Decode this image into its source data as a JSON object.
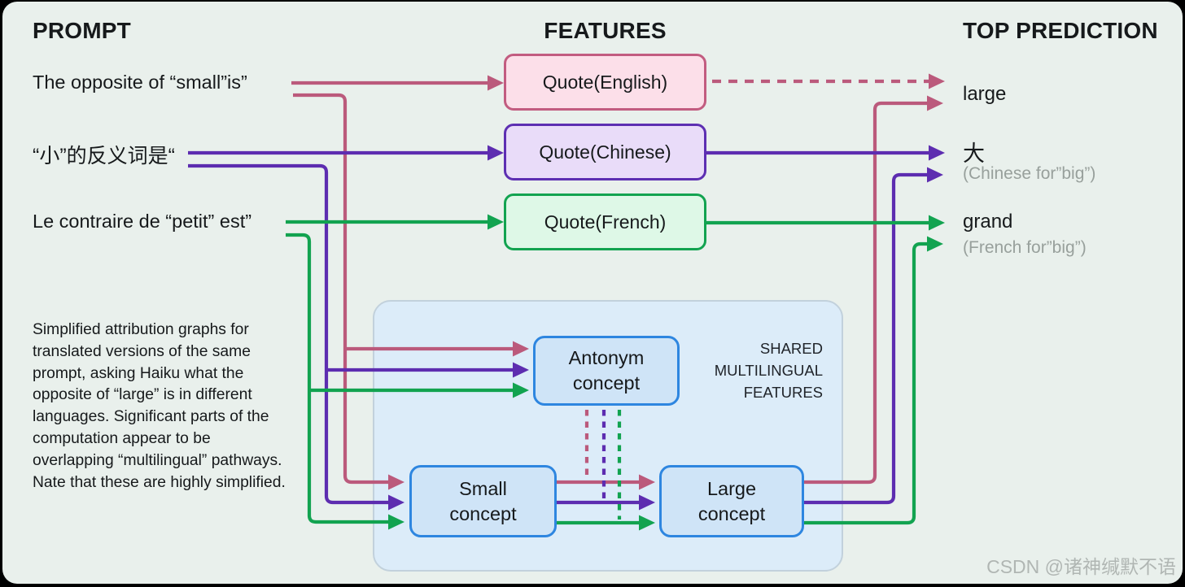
{
  "headers": {
    "prompt": "PROMPT",
    "features": "FEATURES",
    "top_prediction": "TOP PREDICTION"
  },
  "prompts": [
    {
      "id": "english",
      "text": "The opposite of “small”is”"
    },
    {
      "id": "chinese",
      "text": "“小”的反义词是“"
    },
    {
      "id": "french",
      "text": "Le contraire de “petit” est”"
    }
  ],
  "feature_boxes": [
    {
      "id": "english",
      "label": "Quote(English)"
    },
    {
      "id": "chinese",
      "label": "Quote(Chinese)"
    },
    {
      "id": "french",
      "label": "Quote(French)"
    }
  ],
  "predictions": [
    {
      "id": "english",
      "word": "large",
      "note": ""
    },
    {
      "id": "chinese",
      "word": "大",
      "note": "(Chinese for”big”)"
    },
    {
      "id": "french",
      "word": "grand",
      "note": "(French for”big”)"
    }
  ],
  "shared_features": {
    "label": "SHARED MULTILINGUAL FEATURES",
    "concepts": [
      {
        "id": "antonym",
        "label": "Antonym concept"
      },
      {
        "id": "small",
        "label": "Small concept"
      },
      {
        "id": "large",
        "label": "Large concept"
      }
    ]
  },
  "caption": "Simplified attribution graphs for translated versions of the same prompt, asking Haiku what the opposite of “large” is in different languages. Significant parts of the computation appear to be overlapping “multilingual” pathways. Nate that these are highly simplified.",
  "watermark": "CSDN @诸神缄默不语",
  "colors": {
    "english_line": "#bb5a7c",
    "chinese_line": "#5d2db0",
    "french_line": "#12a350",
    "concept_border": "#2e86e0",
    "background": "#e9f0ec"
  }
}
